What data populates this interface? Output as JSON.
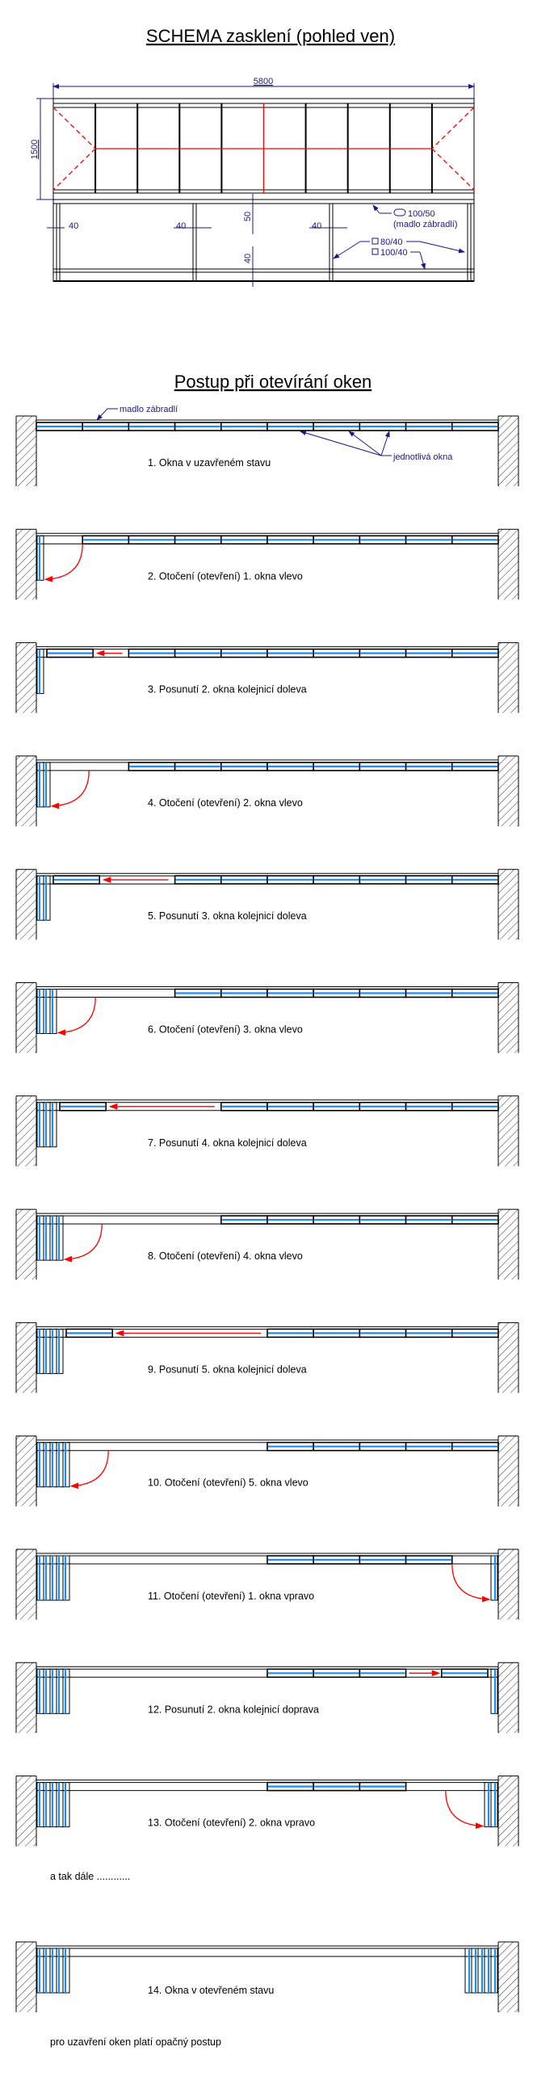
{
  "schema": {
    "title": "SCHEMA zasklení (pohled ven)",
    "width_dim": "5800",
    "height_dim": "1500",
    "post_dims": [
      "40",
      "40",
      "40"
    ],
    "gap_dim_top": "50",
    "gap_dim_bottom": "40",
    "handrail_profile": "100/50",
    "handrail_label": "(madlo zábradlí)",
    "profile_1": "80/40",
    "profile_2": "100/40",
    "panel_count": 10
  },
  "procedure": {
    "title": "Postup při otevírání oken",
    "handrail_callout": "madlo zábradlí",
    "windows_callout": "jednotlivá okna",
    "window_count": 10,
    "steps": [
      {
        "caption": "1. Okna v uzavřeném stavu",
        "left_stack": 0,
        "right_stack": 0,
        "first": 1,
        "last": 10,
        "move": null,
        "arc": null
      },
      {
        "caption": "2. Otočení (otevření) 1. okna vlevo",
        "left_stack": 1,
        "right_stack": 0,
        "first": 2,
        "last": 10,
        "move": null,
        "arc": "left"
      },
      {
        "caption": "3. Posunutí 2. okna kolejnicí doleva",
        "left_stack": 1,
        "right_stack": 0,
        "first": 3,
        "last": 10,
        "move": "left",
        "arc": null
      },
      {
        "caption": "4. Otočení (otevření) 2. okna vlevo",
        "left_stack": 2,
        "right_stack": 0,
        "first": 3,
        "last": 10,
        "move": null,
        "arc": "left"
      },
      {
        "caption": "5. Posunutí 3. okna kolejnicí doleva",
        "left_stack": 2,
        "right_stack": 0,
        "first": 4,
        "last": 10,
        "move": "left",
        "arc": null
      },
      {
        "caption": "6. Otočení (otevření) 3. okna vlevo",
        "left_stack": 3,
        "right_stack": 0,
        "first": 4,
        "last": 10,
        "move": null,
        "arc": "left"
      },
      {
        "caption": "7. Posunutí 4. okna kolejnicí doleva",
        "left_stack": 3,
        "right_stack": 0,
        "first": 5,
        "last": 10,
        "move": "left",
        "arc": null
      },
      {
        "caption": "8. Otočení (otevření) 4. okna vlevo",
        "left_stack": 4,
        "right_stack": 0,
        "first": 5,
        "last": 10,
        "move": null,
        "arc": "left"
      },
      {
        "caption": "9. Posunutí 5. okna kolejnicí doleva",
        "left_stack": 4,
        "right_stack": 0,
        "first": 6,
        "last": 10,
        "move": "left",
        "arc": null
      },
      {
        "caption": "10. Otočení (otevření) 5. okna vlevo",
        "left_stack": 5,
        "right_stack": 0,
        "first": 6,
        "last": 10,
        "move": null,
        "arc": "left"
      },
      {
        "caption": "11. Otočení (otevření) 1. okna vpravo",
        "left_stack": 5,
        "right_stack": 1,
        "first": 6,
        "last": 9,
        "move": null,
        "arc": "right"
      },
      {
        "caption": "12. Posunutí 2. okna kolejnicí doprava",
        "left_stack": 5,
        "right_stack": 1,
        "first": 6,
        "last": 8,
        "move": "right",
        "arc": null
      },
      {
        "caption": "13. Otočení (otevření) 2. okna vpravo",
        "left_stack": 5,
        "right_stack": 2,
        "first": 6,
        "last": 8,
        "move": null,
        "arc": "right"
      }
    ],
    "etc_text": "a tak dále ............",
    "final_step": {
      "caption": "14. Okna v otevřeném stavu",
      "left_stack": 5,
      "right_stack": 5,
      "first": 0,
      "last": -1,
      "move": null,
      "arc": null
    },
    "closing_note": "pro uzavření oken platí opačný postup"
  },
  "colors": {
    "glass": "#1e8cf0",
    "motion": "#ff0000",
    "dimension": "#1a1a80"
  }
}
